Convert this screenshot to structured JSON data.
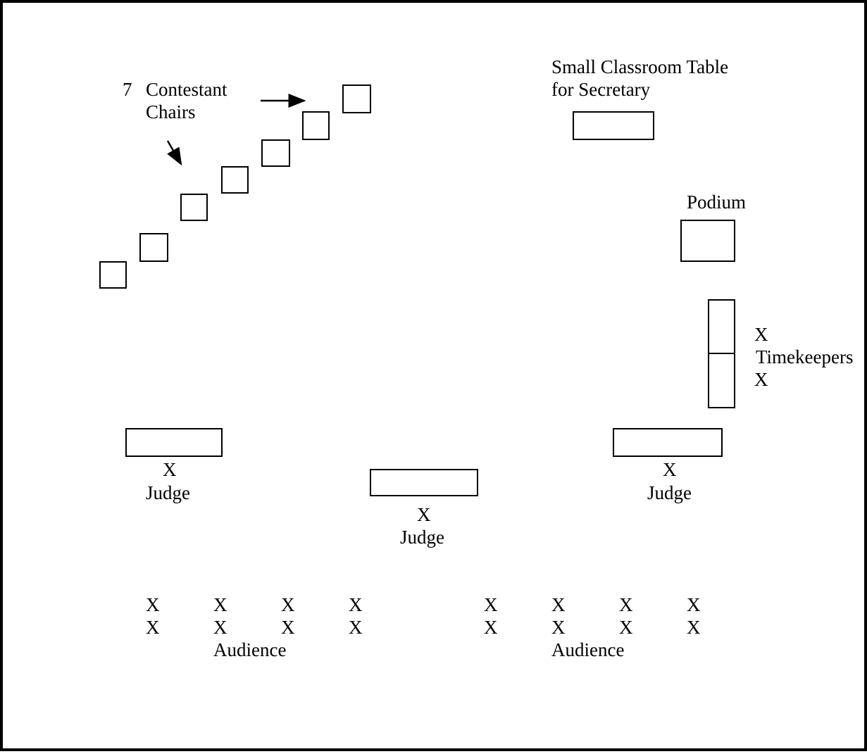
{
  "labels": {
    "chairs_count": "7",
    "chairs_line1": "Contestant",
    "chairs_line2": "Chairs",
    "secretary_line1": "Small Classroom Table",
    "secretary_line2": "for Secretary",
    "podium": "Podium",
    "timekeepers": "Timekeepers",
    "judge": "Judge",
    "audience": "Audience",
    "x_mark": "X"
  },
  "counts": {
    "contestant_chairs": 7,
    "judges": 3,
    "timekeepers": 2,
    "audience_columns_per_side": 4,
    "audience_rows": 2
  },
  "colors": {
    "line": "#000000",
    "background": "#ffffff"
  }
}
